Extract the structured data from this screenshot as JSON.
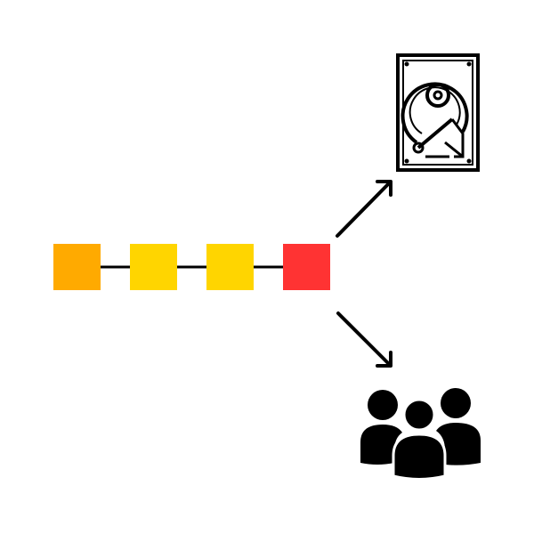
{
  "diagram": {
    "chain": {
      "nodes": [
        {
          "id": "node-1",
          "color": "#ffaa00"
        },
        {
          "id": "node-2",
          "color": "#ffd500"
        },
        {
          "id": "node-3",
          "color": "#ffd500"
        },
        {
          "id": "node-4",
          "color": "#ff3333"
        }
      ],
      "connector_color": "#000000"
    },
    "outputs": [
      {
        "name": "storage",
        "icon": "hard-drive-icon"
      },
      {
        "name": "users",
        "icon": "user-group-icon"
      }
    ],
    "arrow_color": "#000000",
    "icon_color": "#000000"
  }
}
